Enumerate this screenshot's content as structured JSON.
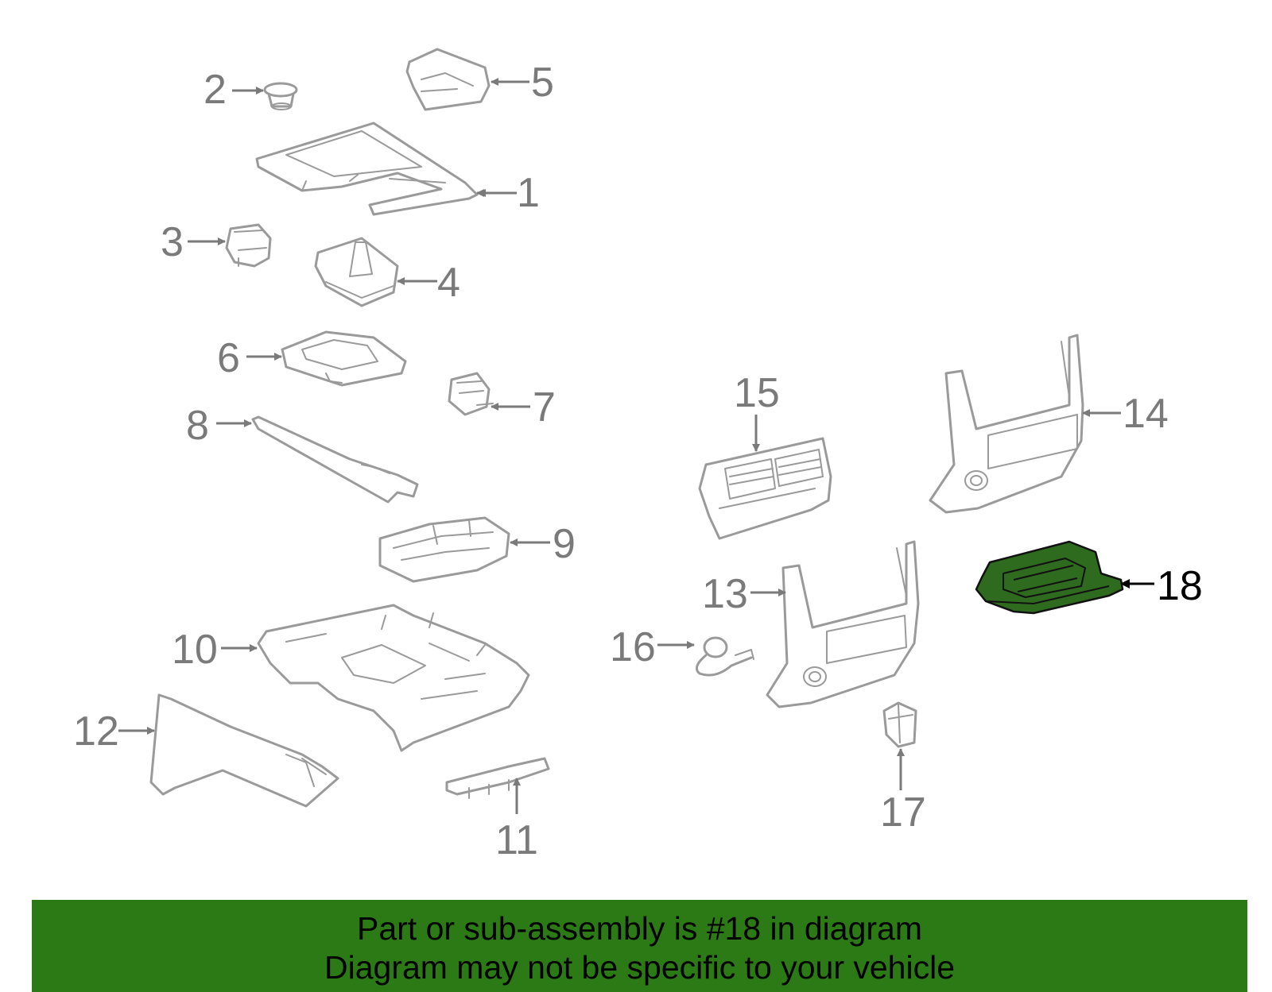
{
  "colors": {
    "line": "#9a9a9a",
    "callout": "#7a7a7a",
    "highlight_fill": "#2f6b1e",
    "banner": "#2b7a15"
  },
  "callouts": {
    "c1": "1",
    "c2": "2",
    "c3": "3",
    "c4": "4",
    "c5": "5",
    "c6": "6",
    "c7": "7",
    "c8": "8",
    "c9": "9",
    "c10": "10",
    "c11": "11",
    "c12": "12",
    "c13": "13",
    "c14": "14",
    "c15": "15",
    "c16": "16",
    "c17": "17",
    "c18": "18"
  },
  "highlighted_part": "18",
  "banner": {
    "line1": "Part or sub-assembly is #18 in diagram",
    "line2": "Diagram may not be specific to your vehicle"
  }
}
